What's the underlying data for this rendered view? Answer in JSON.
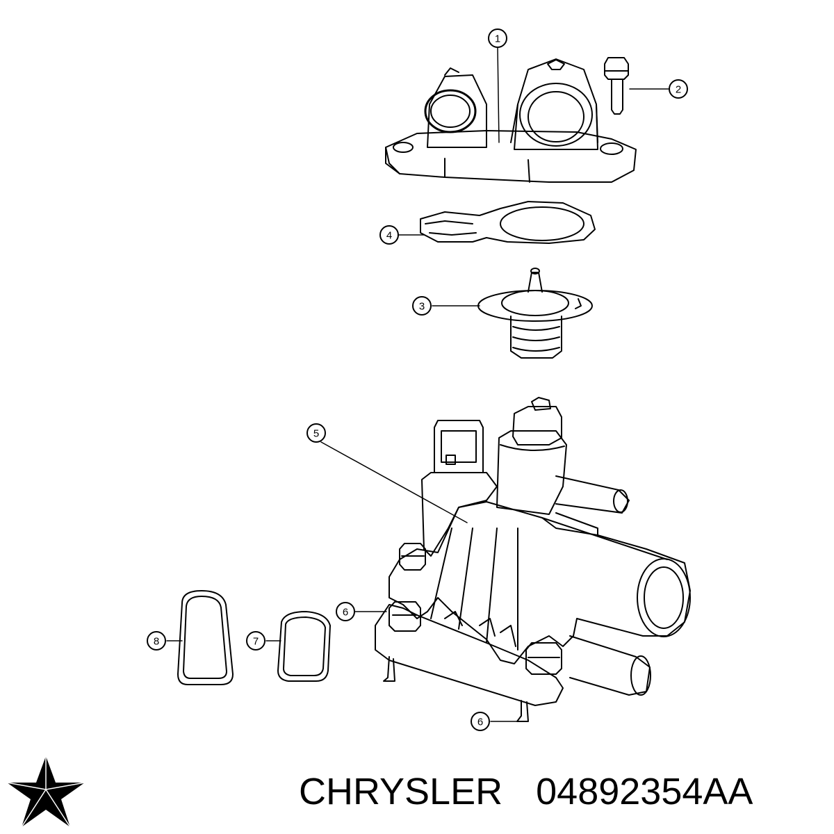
{
  "callouts": [
    {
      "label": "1"
    },
    {
      "label": "2"
    },
    {
      "label": "4"
    },
    {
      "label": "3"
    },
    {
      "label": "5"
    },
    {
      "label": "6"
    },
    {
      "label": "8"
    },
    {
      "label": "7"
    },
    {
      "label": "6"
    }
  ],
  "caption": {
    "brand": "CHRYSLER",
    "part_number": "04892354AA"
  },
  "logo": {
    "icon": "chrysler-pentastar-icon",
    "color": "#000000"
  }
}
